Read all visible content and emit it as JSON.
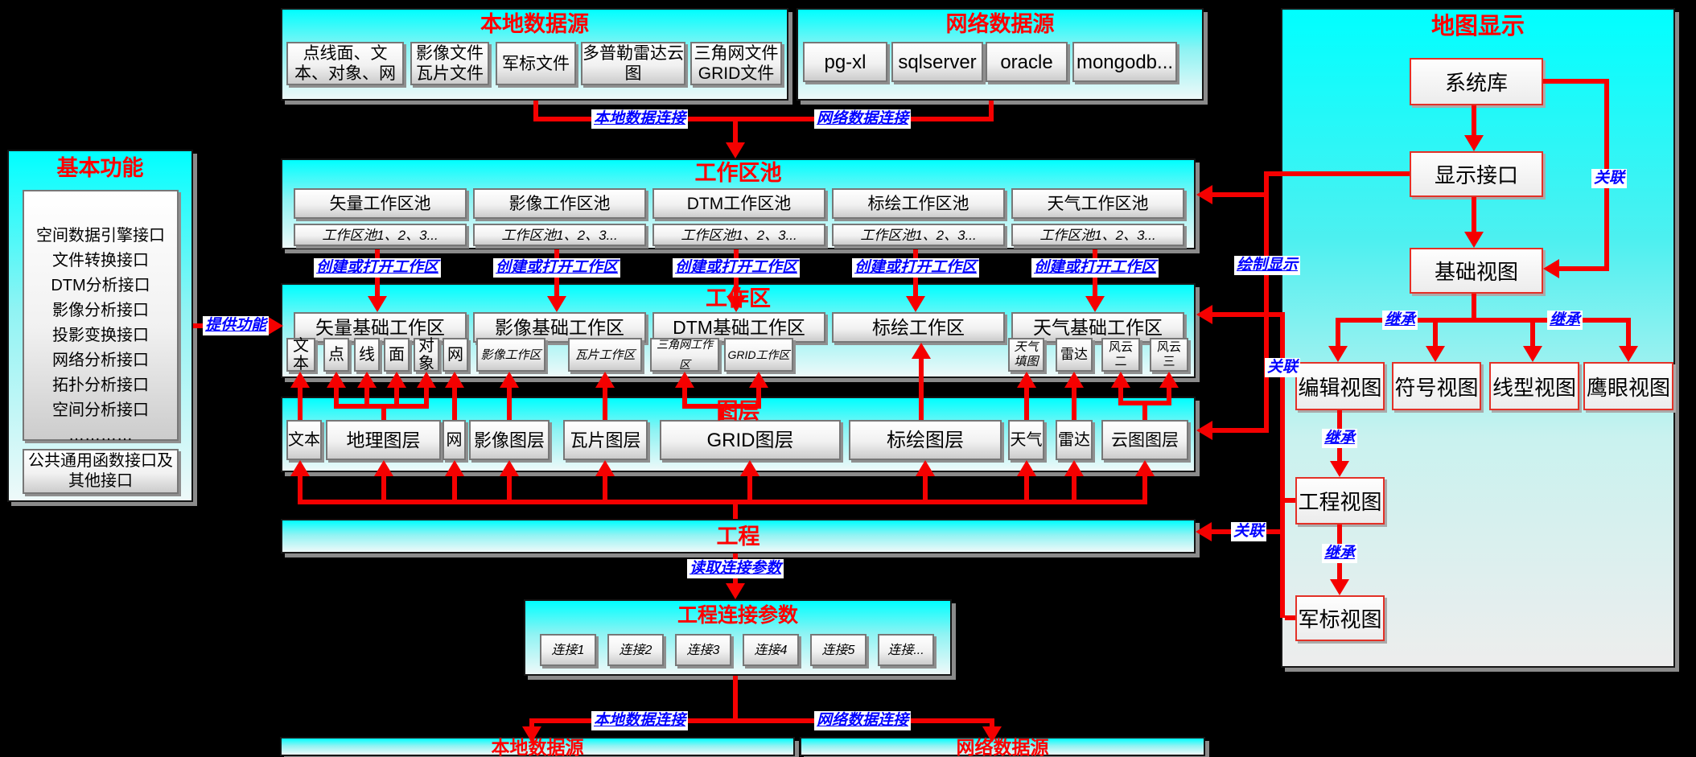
{
  "colors": {
    "red": "#ff0000",
    "blue": "#0000ff",
    "cyan": "#00ffff",
    "background": "#000000"
  },
  "basic_functions": {
    "title": "基本功能",
    "interfaces": [
      "空间数据引擎接口",
      "文件转换接口",
      "DTM分析接口",
      "影像分析接口",
      "投影变换接口",
      "网络分析接口",
      "拓扑分析接口",
      "空间分析接口",
      "…………"
    ],
    "common": "公共通用函数接口及其他接口"
  },
  "local_source": {
    "title": "本地数据源",
    "items": [
      "点线面、文本、对象、网",
      "影像文件瓦片文件",
      "军标文件",
      "多普勒雷达云图",
      "三角网文件GRID文件"
    ]
  },
  "network_source": {
    "title": "网络数据源",
    "items": [
      "pg-xl",
      "sqlserver",
      "oracle",
      "mongodb..."
    ]
  },
  "workspace_pool": {
    "title": "工作区池",
    "pools": [
      "矢量工作区池",
      "影像工作区池",
      "DTM工作区池",
      "标绘工作区池",
      "天气工作区池"
    ],
    "instances": "工作区池1、2、3..."
  },
  "workspace": {
    "title": "工作区",
    "areas": [
      "矢量基础工作区",
      "影像基础工作区",
      "DTM基础工作区",
      "标绘工作区",
      "天气基础工作区"
    ],
    "vector_items": [
      "文本",
      "点",
      "线",
      "面",
      "对象",
      "网"
    ],
    "image_items": [
      "影像工作区",
      "瓦片工作区"
    ],
    "dtm_items": [
      "三角网工作区",
      "GRID工作区"
    ],
    "weather_items": [
      "天气填图",
      "雷达",
      "风云二",
      "风云三"
    ]
  },
  "layers": {
    "title": "图层",
    "items": [
      "文本",
      "地理图层",
      "网",
      "影像图层",
      "瓦片图层",
      "GRID图层",
      "标绘图层",
      "天气",
      "雷达",
      "云图图层"
    ]
  },
  "project": {
    "title": "工程"
  },
  "project_params": {
    "title": "工程连接参数",
    "items": [
      "连接1",
      "连接2",
      "连接3",
      "连接4",
      "连接5",
      "连接..."
    ]
  },
  "bottom": {
    "local": "本地数据源",
    "network": "网络数据源"
  },
  "map_display": {
    "title": "地图显示",
    "system_lib": "系统库",
    "display_interface": "显示接口",
    "base_view": "基础视图",
    "views": [
      "编辑视图",
      "符号视图",
      "线型视图",
      "鹰眼视图"
    ],
    "project_view": "工程视图",
    "military_view": "军标视图"
  },
  "edge_labels": {
    "local_conn": "本地数据连接",
    "network_conn": "网络数据连接",
    "create_open": "创建或打开工作区",
    "provide": "提供功能",
    "read_params": "读取连接参数",
    "draw_display": "绘制显示",
    "assoc": "关联",
    "inherit": "继承"
  }
}
